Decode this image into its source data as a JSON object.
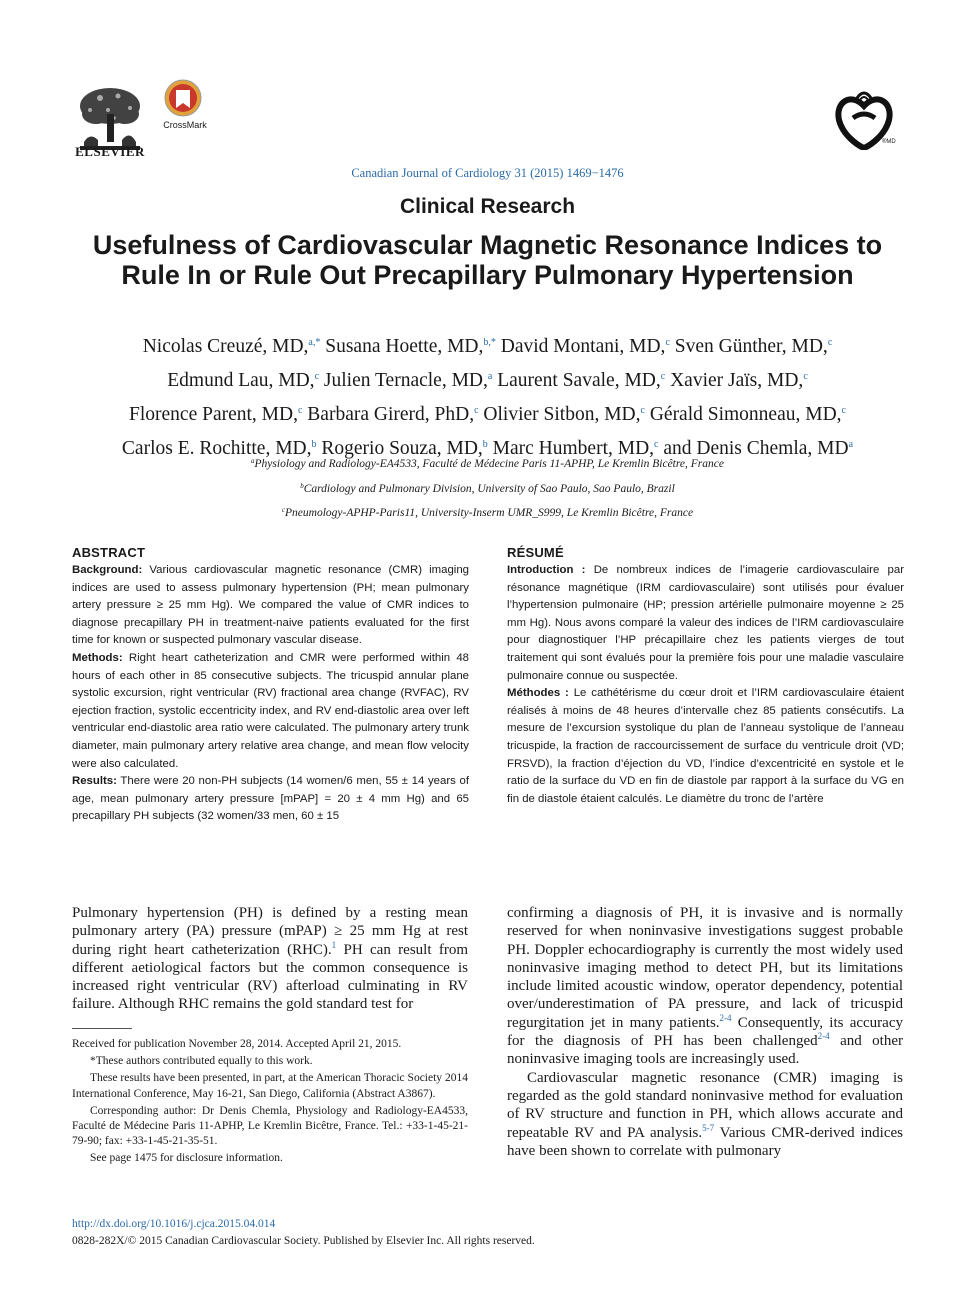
{
  "header": {
    "publisher_name": "ELSEVIER",
    "crossmark_label": "CrossMark",
    "society_mark": "®MD",
    "journal_citation": "Canadian Journal of Cardiology 31 (2015) 1469−1476",
    "colors": {
      "link": "#2a6aa8",
      "crossmark_red": "#c8392b",
      "crossmark_gold": "#e2a23a"
    }
  },
  "article": {
    "section": "Clinical Research",
    "title": "Usefulness of Cardiovascular Magnetic Resonance Indices to Rule In or Rule Out Precapillary Pulmonary Hypertension",
    "authors": [
      {
        "name": "Nicolas Creuzé, MD,",
        "sup": "a,*"
      },
      {
        "name": "Susana Hoette, MD,",
        "sup": "b,*"
      },
      {
        "name": "David Montani, MD,",
        "sup": "c"
      },
      {
        "name": "Sven Günther, MD,",
        "sup": "c"
      },
      {
        "name": "Edmund Lau, MD,",
        "sup": "c"
      },
      {
        "name": "Julien Ternacle, MD,",
        "sup": "a"
      },
      {
        "name": "Laurent Savale, MD,",
        "sup": "c"
      },
      {
        "name": "Xavier Jaïs, MD,",
        "sup": "c"
      },
      {
        "name": "Florence Parent, MD,",
        "sup": "c"
      },
      {
        "name": "Barbara Girerd, PhD,",
        "sup": "c"
      },
      {
        "name": "Olivier Sitbon, MD,",
        "sup": "c"
      },
      {
        "name": "Gérald Simonneau, MD,",
        "sup": "c"
      },
      {
        "name": "Carlos E. Rochitte, MD,",
        "sup": "b"
      },
      {
        "name": "Rogerio Souza, MD,",
        "sup": "b"
      },
      {
        "name": "Marc Humbert, MD,",
        "sup": "c"
      },
      {
        "name": "and Denis Chemla, MD",
        "sup": "a"
      }
    ],
    "affiliations": [
      {
        "sup": "a",
        "text": "Physiology and Radiology-EA4533, Faculté de Médecine Paris 11-APHP, Le Kremlin Bicêtre, France"
      },
      {
        "sup": "b",
        "text": "Cardiology and Pulmonary Division, University of Sao Paulo, Sao Paulo, Brazil"
      },
      {
        "sup": "c",
        "text": "Pneumology-APHP-Paris11, University-Inserm UMR_S999, Le Kremlin Bicêtre, France"
      }
    ]
  },
  "abstract": {
    "heading": "ABSTRACT",
    "sections": [
      {
        "label": "Background:",
        "text": " Various cardiovascular magnetic resonance (CMR) imaging indices are used to assess pulmonary hypertension (PH; mean pulmonary artery pressure ≥ 25 mm Hg). We compared the value of CMR indices to diagnose precapillary PH in treatment-naive patients evaluated for the first time for known or suspected pulmonary vascular disease."
      },
      {
        "label": "Methods:",
        "text": " Right heart catheterization and CMR were performed within 48 hours of each other in 85 consecutive subjects. The tricuspid annular plane systolic excursion, right ventricular (RV) fractional area change (RVFAC), RV ejection fraction, systolic eccentricity index, and RV end-diastolic area over left ventricular end-diastolic area ratio were calculated. The pulmonary artery trunk diameter, main pulmonary artery relative area change, and mean flow velocity were also calculated."
      },
      {
        "label": "Results:",
        "text": " There were 20 non-PH subjects (14 women/6 men, 55 ± 14 years of age, mean pulmonary artery pressure [mPAP] = 20 ± 4 mm Hg) and 65 precapillary PH subjects (32 women/33 men, 60 ± 15"
      }
    ]
  },
  "resume": {
    "heading": "RÉSUMÉ",
    "sections": [
      {
        "label": "Introduction :",
        "text": " De nombreux indices de l’imagerie cardiovasculaire par résonance magnétique (IRM cardiovasculaire) sont utilisés pour évaluer l’hypertension pulmonaire (HP; pression artérielle pulmonaire moyenne ≥ 25 mm Hg). Nous avons comparé la valeur des indices de l’IRM cardiovasculaire pour diagnostiquer l’HP précapillaire chez les patients vierges de tout traitement qui sont évalués pour la première fois pour une maladie vasculaire pulmonaire connue ou suspectée."
      },
      {
        "label": "Méthodes :",
        "text": " Le cathétérisme du cœur droit et l’IRM cardiovasculaire étaient réalisés à moins de 48 heures d’intervalle chez 85 patients consécutifs. La mesure de l’excursion systolique du plan de l’anneau systolique de l’anneau tricuspide, la fraction de raccourcissement de surface du ventricule droit (VD; FRSVD), la fraction d’éjection du VD, l’indice d’excentricité en systole et le ratio de la surface du VD en fin de diastole par rapport à la surface du VG en fin de diastole étaient calculés. Le diamètre du tronc de l’artère"
      }
    ]
  },
  "body": {
    "left_paragraph": {
      "a": "Pulmonary hypertension (PH) is defined by a resting mean pulmonary artery (PA) pressure (mPAP) ≥ 25 mm Hg at rest during right heart catheterization (RHC).",
      "ref1": "1",
      "b": " PH can result from different aetiological factors but the common consequence is increased right ventricular (RV) afterload culminating in RV failure. Although RHC remains the gold standard test for"
    },
    "right_paragraph_1": {
      "a": "confirming a diagnosis of PH, it is invasive and is normally reserved for when noninvasive investigations suggest probable PH. Doppler echocardiography is currently the most widely used noninvasive imaging method to detect PH, but its limitations include limited acoustic window, operator dependency, potential over/underestimation of PA pressure, and lack of tricuspid regurgitation jet in many patients.",
      "ref1": "2-4",
      "b": " Consequently, its accuracy for the diagnosis of PH has been challenged",
      "ref2": "2-4",
      "c": " and other noninvasive imaging tools are increasingly used."
    },
    "right_paragraph_2": {
      "a": "Cardiovascular magnetic resonance (CMR) imaging is regarded as the gold standard noninvasive method for evaluation of RV structure and function in PH, which allows accurate and repeatable RV and PA analysis.",
      "ref1": "5-7",
      "b": " Various CMR-derived indices have been shown to correlate with pulmonary"
    }
  },
  "footnotes": [
    "Received for publication November 28, 2014. Accepted April 21, 2015.",
    "*These authors contributed equally to this work.",
    "These results have been presented, in part, at the American Thoracic Society 2014 International Conference, May 16-21, San Diego, California (Abstract A3867).",
    "Corresponding author: Dr Denis Chemla, Physiology and Radiology-EA4533, Faculté de Médecine Paris 11-APHP, Le Kremlin Bicêtre, France. Tel.: +33-1-45-21-79-90; fax: +33-1-45-21-35-51.",
    "See page 1475 for disclosure information."
  ],
  "footer": {
    "doi": "http://dx.doi.org/10.1016/j.cjca.2015.04.014",
    "copyright": "0828-282X/© 2015 Canadian Cardiovascular Society. Published by Elsevier Inc. All rights reserved."
  }
}
